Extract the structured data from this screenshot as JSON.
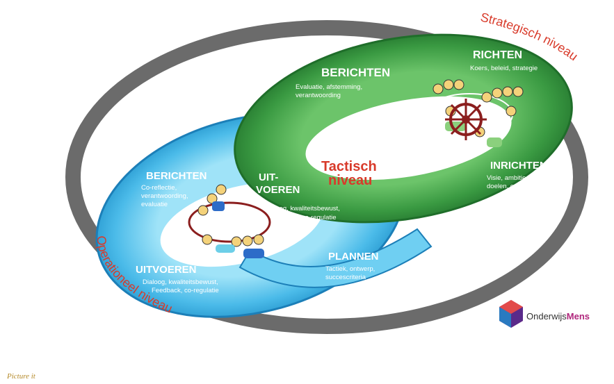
{
  "outer_ring": {
    "strategic_label": "Strategisch niveau",
    "operational_label": "Operationeel niveau",
    "color": "#6b6b6b"
  },
  "green_ring": {
    "color": "#2f8f3a",
    "berichten": {
      "title": "BERICHTEN",
      "lines": [
        "Evaluatie, afstemming,",
        "verantwoording"
      ]
    },
    "richten": {
      "title": "RICHTEN",
      "lines": [
        "Koers, beleid, strategie"
      ]
    },
    "inrichten": {
      "title": "INRICHTEN",
      "lines": [
        "Visie, ambitie,",
        "doelen, ontwerp"
      ]
    }
  },
  "center": {
    "richten": {
      "title": "RICHTEN",
      "lines": [
        "Visie, ambitie, doelen"
      ]
    },
    "uitvoeren": {
      "title_1": "UIT-",
      "title_2": "VOEREN",
      "lines": [
        "Dialoog, kwaliteitsbewust,",
        "feedback, co-regulatie"
      ]
    },
    "plannen": {
      "title": "PLANNEN",
      "lines": [
        "Tactiek, ontwerp,",
        "succescriteria"
      ]
    },
    "tactisch_1": "Tactisch",
    "tactisch_2": "niveau"
  },
  "blue_ring": {
    "color": "#3fb6e8",
    "berichten": {
      "title": "BERICHTEN",
      "lines": [
        "Co-reflectie,",
        "verantwoording,",
        "evaluatie"
      ]
    },
    "uitvoeren": {
      "title": "UITVOEREN",
      "lines": [
        "Dialoog, kwaliteitsbewust,",
        "Feedback, co-regulatie"
      ]
    }
  },
  "logo": {
    "part1": "Onderwijs",
    "part2": "Mens"
  },
  "watermark": "Picture it"
}
